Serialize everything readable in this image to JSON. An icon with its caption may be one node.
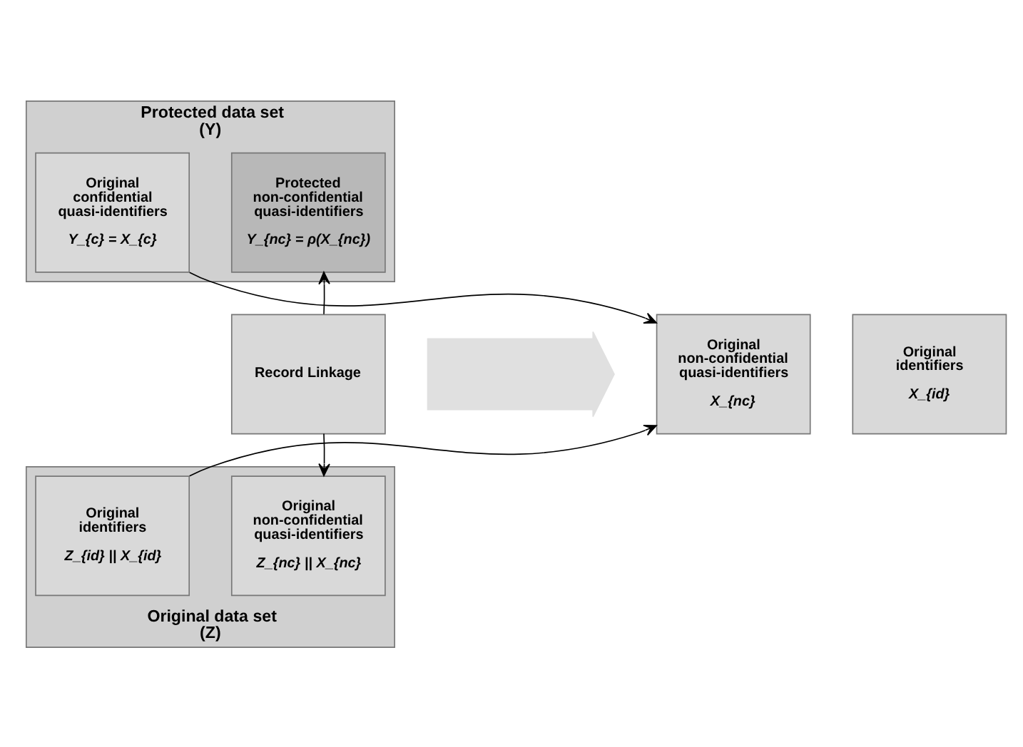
{
  "diagram": {
    "nodes": [
      {
        "text": [
          "Protected data set (Y)"
        ]
      },
      {
        "text": [
          "Protected non-confidential quasi-identifiers",
          "Y_{nc} = ρ(X_{nc})"
        ],
        "in": 0
      },
      {
        "text": [
          "Original confidential quasi-identifiers",
          "Y_{c} = X_{c}"
        ],
        "in": 0
      },
      {
        "text": [
          "Record Linkage"
        ]
      },
      {
        "text": [],
        "shape": "arrow"
      },
      {
        "text": [
          "Original non-confidential quasi-identifiers",
          "X_{nc}"
        ]
      },
      {
        "text": [
          "Original identifiers",
          "X_{id}"
        ]
      },
      {
        "text": [
          "Original data set (Z)"
        ]
      },
      {
        "text": [
          "Original non-confidential quasi-identifiers",
          "Z_{nc} || X_{nc}"
        ],
        "in": 7
      },
      {
        "text": [
          "Original identifiers",
          "Z_{id} || X_{id}"
        ],
        "in": 7
      }
    ],
    "edges": [
      {
        "from": 3,
        "to": 1,
        "arrow": "to"
      },
      {
        "from": 3,
        "to": 8,
        "arrow": "to"
      },
      {
        "from": 2,
        "to": 5,
        "arrow": "to"
      },
      {
        "from": 9,
        "to": 5,
        "arrow": "to"
      }
    ]
  }
}
